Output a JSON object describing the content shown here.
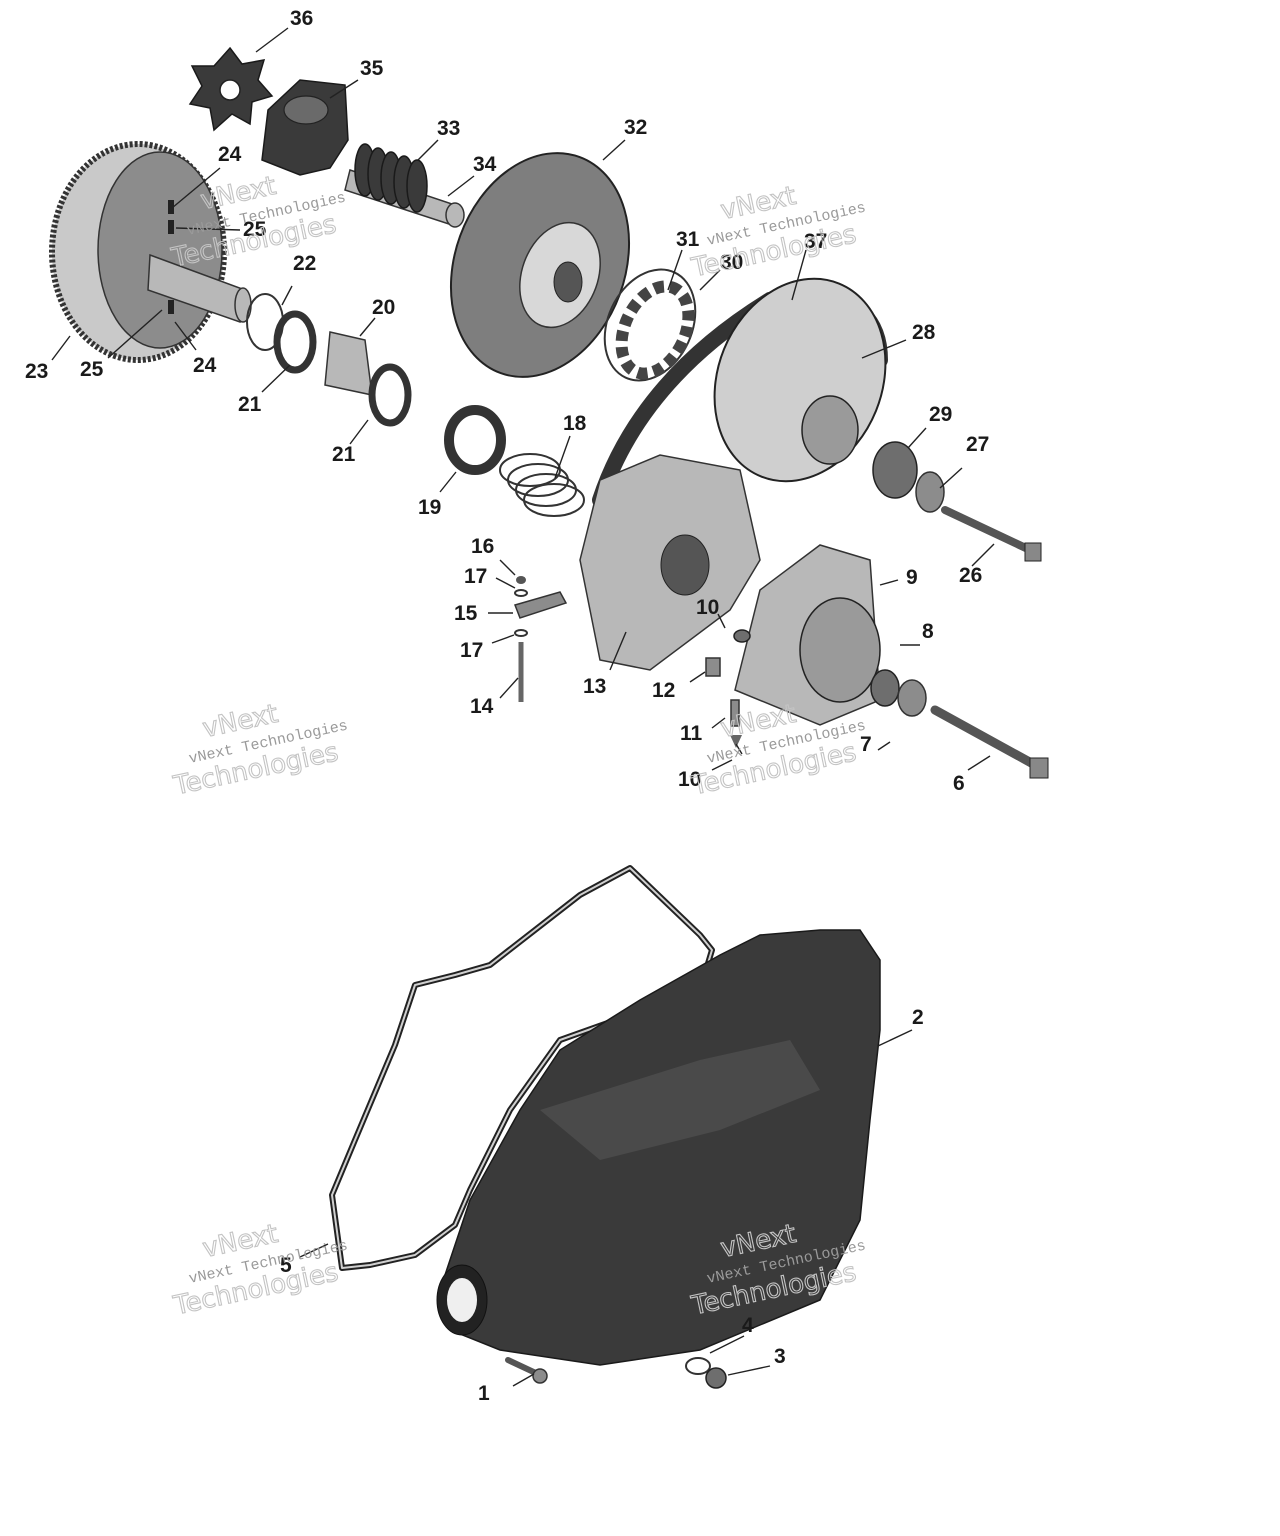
{
  "watermark": {
    "line1": "vNext",
    "line2": "vNext Technologies",
    "line3": "Technologies"
  },
  "callouts": [
    "1",
    "2",
    "3",
    "4",
    "5",
    "6",
    "7",
    "8",
    "9",
    "10",
    "11",
    "12",
    "13",
    "14",
    "15",
    "16",
    "17",
    "18",
    "19",
    "20",
    "21",
    "22",
    "23",
    "24",
    "25",
    "26",
    "27",
    "28",
    "29",
    "30",
    "31",
    "32",
    "33",
    "34",
    "35",
    "36",
    "37"
  ],
  "colors": {
    "part_fill": "#8c8c8c",
    "cover_fill": "#3a3a3a",
    "line": "#222222"
  }
}
